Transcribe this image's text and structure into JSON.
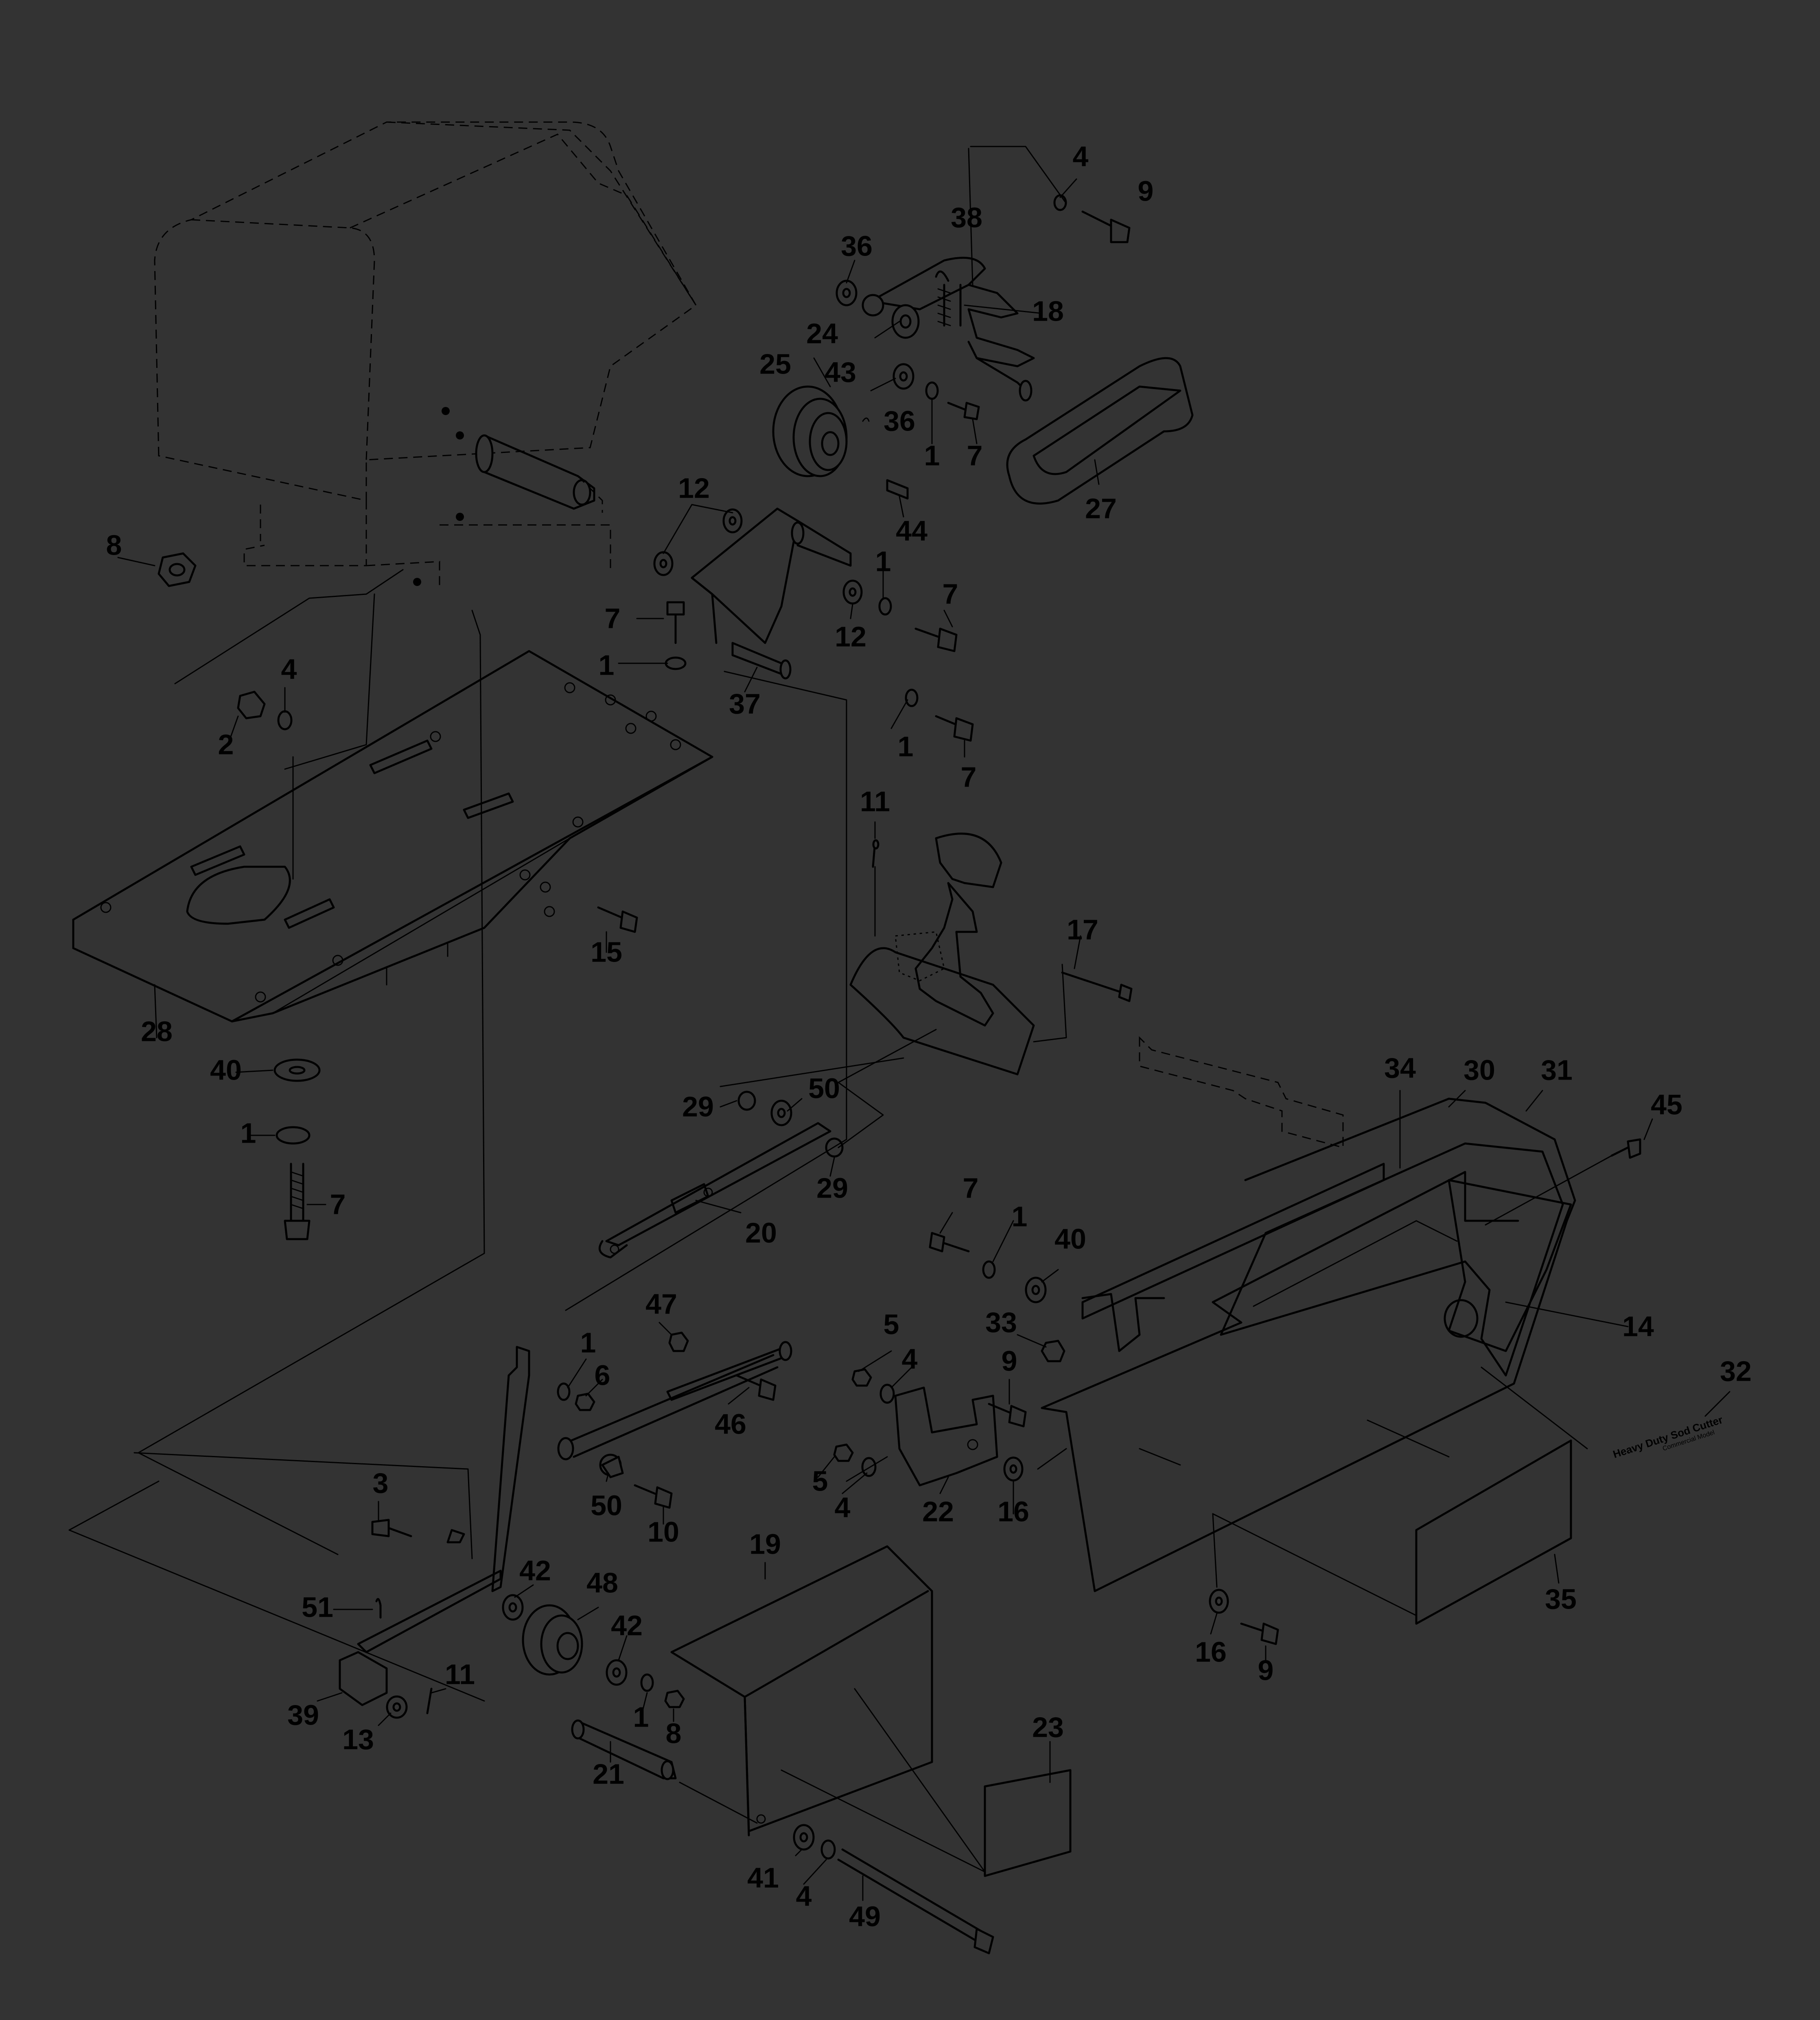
{
  "callouts": {
    "c4a": "4",
    "c9a": "9",
    "c36a": "36",
    "c38": "38",
    "c18": "18",
    "c24": "24",
    "c25": "25",
    "c43": "43",
    "c36b": "36",
    "c1a": "1",
    "c7a": "7",
    "c44": "44",
    "c27": "27",
    "c12a": "12",
    "c1b": "1",
    "c7b": "7",
    "c12b": "12",
    "c8a": "8",
    "c7c": "7",
    "c1c": "1",
    "c37": "37",
    "c4b": "4",
    "c2": "2",
    "c1d": "1",
    "c7d": "7",
    "c11a": "11",
    "c15": "15",
    "c17": "17",
    "c28": "28",
    "c40a": "40",
    "c1e": "1",
    "c7e": "7",
    "c34": "34",
    "c30": "30",
    "c31": "31",
    "c45": "45",
    "c29a": "29",
    "c50a": "50",
    "c29b": "29",
    "c20": "20",
    "c7f": "7",
    "c1f": "1",
    "c40b": "40",
    "c14": "14",
    "c33": "33",
    "c32": "32",
    "c47": "47",
    "c1g": "1",
    "c6": "6",
    "c46": "46",
    "c5a": "5",
    "c4c": "4",
    "c9b": "9",
    "c50b": "50",
    "c10": "10",
    "c5b": "5",
    "c4d": "4",
    "c22": "22",
    "c16a": "16",
    "c3": "3",
    "c19": "19",
    "c42a": "42",
    "c48": "48",
    "c51": "51",
    "c42b": "42",
    "c11b": "11",
    "c39": "39",
    "c13": "13",
    "c1h": "1",
    "c8b": "8",
    "c21": "21",
    "c23": "23",
    "c35": "35",
    "c16b": "16",
    "c9c": "9",
    "c41": "41",
    "c4e": "4",
    "c49": "49"
  },
  "decal": {
    "title": "Heavy Duty Sod Cutter",
    "subtitle": "Commercial  Model"
  }
}
